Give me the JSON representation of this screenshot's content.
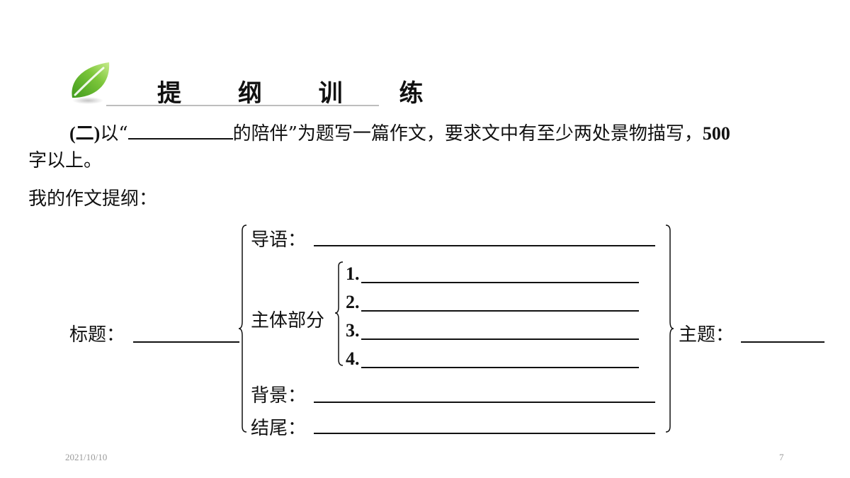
{
  "header": {
    "title": "提 纲 训 练"
  },
  "prompt": {
    "label": "(二)",
    "part1": "以“",
    "part2": "的陪伴”为题写一篇作文，要求文中有至少两处景物描写，",
    "number": "500",
    "line2": "字以上。"
  },
  "outline_heading": "我的作文提纲：",
  "outline": {
    "title_label": "标题：",
    "theme_label": "主题：",
    "intro_label": "导语：",
    "body_label": "主体部分",
    "body_items": [
      "1.",
      "2.",
      "3.",
      "4."
    ],
    "background_label": "背景：",
    "ending_label": "结尾："
  },
  "footer": {
    "date": "2021/10/10",
    "page": "7"
  },
  "colors": {
    "leaf_light": "#b9e27a",
    "leaf_dark": "#3f9a1c",
    "rule": "#bdbdbd"
  }
}
